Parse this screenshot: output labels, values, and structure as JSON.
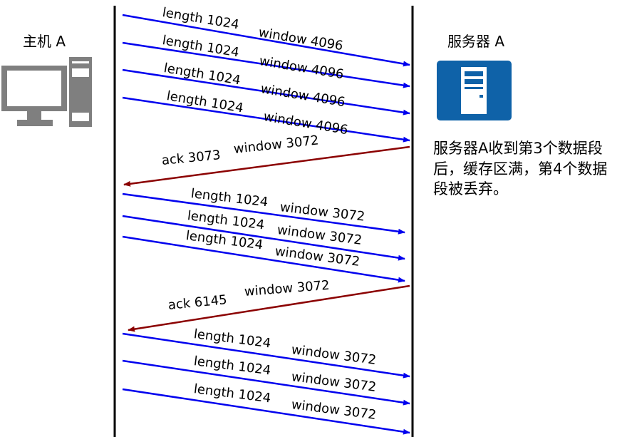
{
  "host": {
    "label": "主机 A",
    "icon": "desktop-computer-icon"
  },
  "server": {
    "label": "服务器 A",
    "icon": "server-icon",
    "note": "服务器A收到第3个数据段后，缓存区满，第4个数据段被丢弃。"
  },
  "colors": {
    "segment_arrow": "#0000ee",
    "ack_arrow": "#8b0000",
    "icon_gray": "#7f7f7f",
    "server_bg": "#0f62a8"
  },
  "messages": [
    {
      "direction": "to-server",
      "text_a": "length 1024",
      "text_b": "window 4096"
    },
    {
      "direction": "to-server",
      "text_a": "length 1024",
      "text_b": "window 4096"
    },
    {
      "direction": "to-server",
      "text_a": "length 1024",
      "text_b": "window 4096"
    },
    {
      "direction": "to-server",
      "text_a": "length 1024",
      "text_b": "window 4096"
    },
    {
      "direction": "to-host",
      "text_a": "ack 3073",
      "text_b": "window 3072"
    },
    {
      "direction": "to-server",
      "text_a": "length 1024",
      "text_b": "window 3072"
    },
    {
      "direction": "to-server",
      "text_a": "length 1024",
      "text_b": "window 3072"
    },
    {
      "direction": "to-server",
      "text_a": "length 1024",
      "text_b": "window 3072"
    },
    {
      "direction": "to-host",
      "text_a": "ack 6145",
      "text_b": "window 3072"
    },
    {
      "direction": "to-server",
      "text_a": "length 1024",
      "text_b": "window 3072"
    },
    {
      "direction": "to-server",
      "text_a": "length 1024",
      "text_b": "window 3072"
    },
    {
      "direction": "to-server",
      "text_a": "length 1024",
      "text_b": "window 3072"
    }
  ]
}
